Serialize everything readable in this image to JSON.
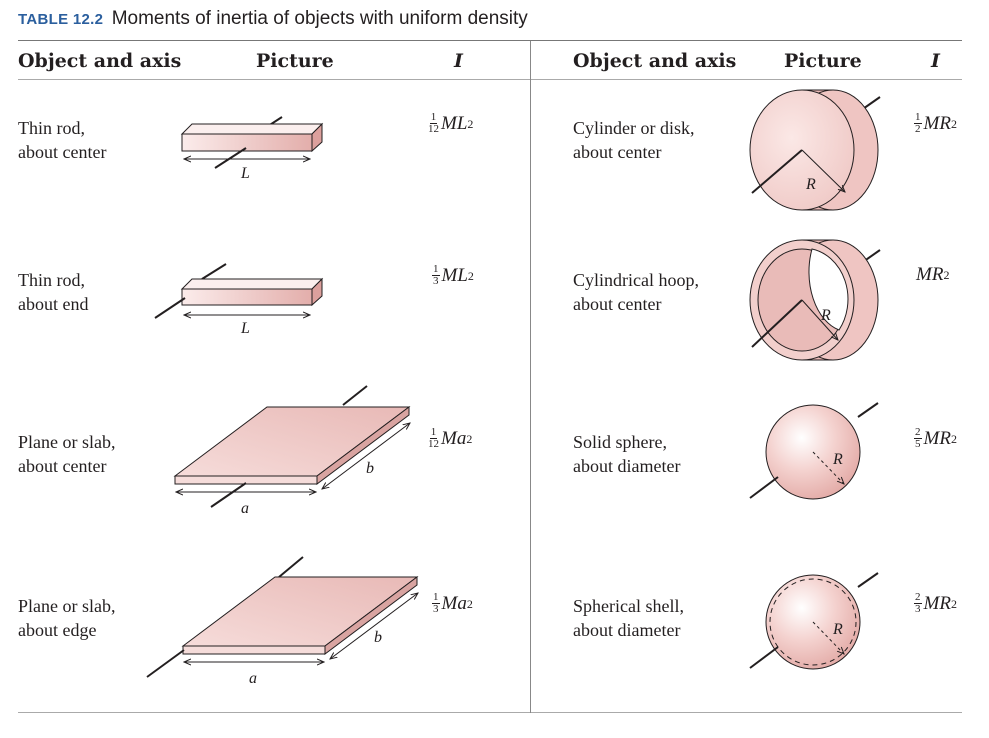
{
  "caption": {
    "tag": "TABLE 12.2",
    "title": "Moments of inertia of objects with uniform density"
  },
  "headers": {
    "object": "Object and axis",
    "picture": "Picture",
    "inertia": "I"
  },
  "rows": [
    {
      "line1": "Thin rod,",
      "line2": "about center",
      "frac_num": "1",
      "frac_den": "12",
      "base": "ML",
      "exp": "2",
      "dims": [
        "L"
      ]
    },
    {
      "line1": "Thin rod,",
      "line2": "about end",
      "frac_num": "1",
      "frac_den": "3",
      "base": "ML",
      "exp": "2",
      "dims": [
        "L"
      ]
    },
    {
      "line1": "Plane or slab,",
      "line2": "about center",
      "frac_num": "1",
      "frac_den": "12",
      "base": "Ma",
      "exp": "2",
      "dims": [
        "a",
        "b"
      ]
    },
    {
      "line1": "Plane or slab,",
      "line2": "about edge",
      "frac_num": "1",
      "frac_den": "3",
      "base": "Ma",
      "exp": "2",
      "dims": [
        "a",
        "b"
      ]
    },
    {
      "line1": "Cylinder or disk,",
      "line2": "about center",
      "frac_num": "1",
      "frac_den": "2",
      "base": "MR",
      "exp": "2",
      "dims": [
        "R"
      ]
    },
    {
      "line1": "Cylindrical hoop,",
      "line2": "about center",
      "frac_num": "",
      "frac_den": "",
      "base": "MR",
      "exp": "2",
      "dims": [
        "R"
      ]
    },
    {
      "line1": "Solid sphere,",
      "line2": "about diameter",
      "frac_num": "2",
      "frac_den": "5",
      "base": "MR",
      "exp": "2",
      "dims": [
        "R"
      ]
    },
    {
      "line1": "Spherical shell,",
      "line2": "about diameter",
      "frac_num": "2",
      "frac_den": "3",
      "base": "MR",
      "exp": "2",
      "dims": [
        "R"
      ]
    }
  ],
  "colors": {
    "caption_tag": "#2b5f9e",
    "object_fill": "#f3d3d1",
    "object_fill_dark": "#e4b1ae",
    "line": "#231f20"
  }
}
